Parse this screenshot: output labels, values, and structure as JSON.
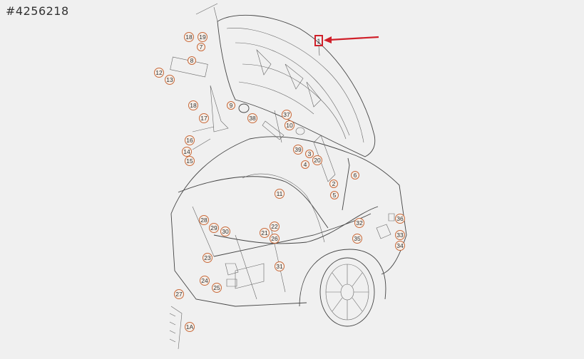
{
  "reference_number": "#4256218",
  "highlighted_part": {
    "label": "1",
    "highlight_color": "#d0202a"
  },
  "callout_color": "#c8693a",
  "callouts": [
    "18",
    "19",
    "7",
    "8",
    "12",
    "13",
    "18",
    "17",
    "9",
    "38",
    "37",
    "10",
    "16",
    "14",
    "15",
    "39",
    "3",
    "20",
    "4",
    "2",
    "6",
    "5",
    "11",
    "28",
    "29",
    "30",
    "22",
    "21",
    "26",
    "23",
    "31",
    "24",
    "25",
    "27",
    "1A",
    "36",
    "32",
    "33",
    "35",
    "34"
  ]
}
